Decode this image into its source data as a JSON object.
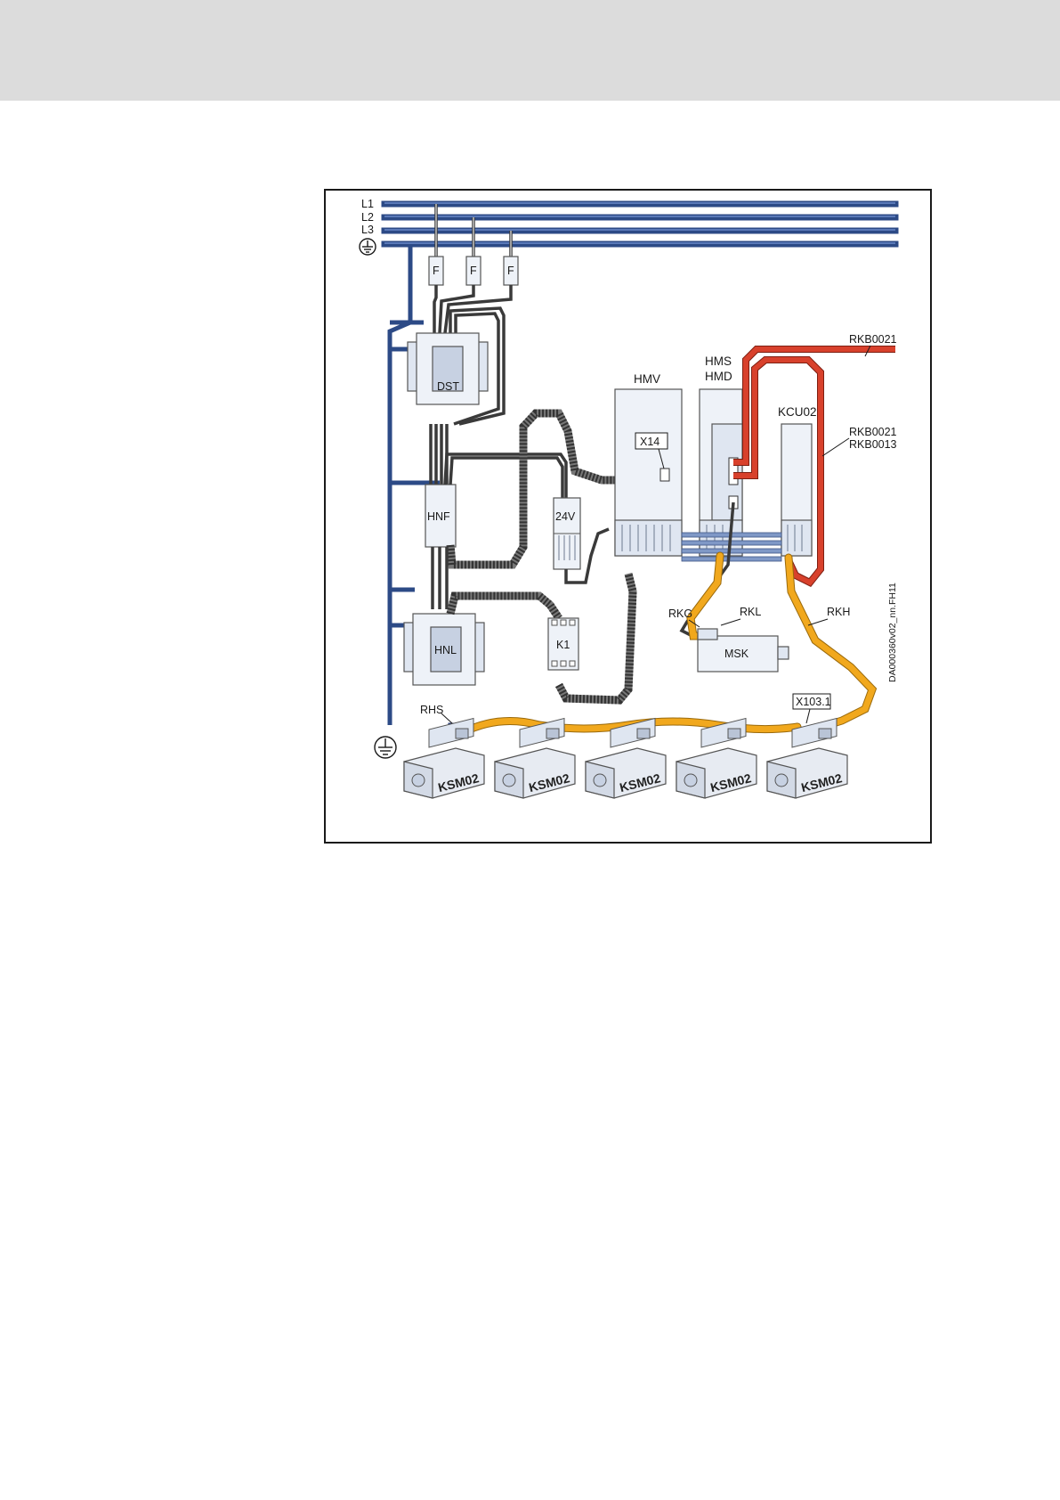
{
  "diagram": {
    "bus_labels": [
      "L1",
      "L2",
      "L3"
    ],
    "fuse_label": "F",
    "components": {
      "dst": "DST",
      "hnf": "HNF",
      "hnl": "HNL",
      "psu": "24V",
      "contactor": "K1",
      "hmv": "HMV",
      "hms": "HMS",
      "hmd": "HMD",
      "kcu": "KCU02",
      "msk": "MSK",
      "ksm": [
        "KSM02",
        "KSM02",
        "KSM02",
        "KSM02",
        "KSM02"
      ]
    },
    "connectors": {
      "x14": "X14",
      "x103": "X103.1",
      "rhs": "RHS"
    },
    "cables": {
      "rkb_top": "RKB0021",
      "rkb_right_1": "RKB0021",
      "rkb_right_2": "RKB0013",
      "rkg": "RKG",
      "rkl": "RKL",
      "rkh": "RKH"
    },
    "drawing_id": "DA000360v02_nn.FH11",
    "icons": [
      "ground-icon"
    ]
  }
}
